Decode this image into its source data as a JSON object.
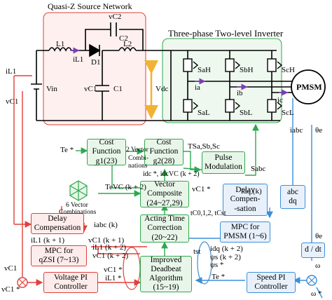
{
  "titles": {
    "qzsn": "Quasi-Z Source Network",
    "inverter": "Three-phase Two-level Inverter"
  },
  "circuit_labels": {
    "L1": "L1",
    "L2": "L2",
    "D1": "D1",
    "C1": "C1",
    "C2": "C2",
    "vC1": "vC1",
    "vC2": "vC2",
    "iL1": "iL1",
    "Vin": "Vin",
    "Vdc": "Vdc",
    "ia": "ia",
    "ib": "ib",
    "ic": "ic",
    "SaH": "SaH",
    "SbH": "SbH",
    "ScH": "ScH",
    "SaL": "SaL",
    "SbL": "SbL",
    "ScL": "ScL",
    "motor": "PMSM",
    "iabc": "iabc",
    "theta_e": "θe",
    "left_iL1": "iL1",
    "left_vC1": "vC1"
  },
  "blocks": {
    "cost1": [
      "Cost",
      "Function",
      "g1(23)"
    ],
    "cost2": [
      "Cost",
      "Function",
      "g2(28)"
    ],
    "pulse": [
      "Pulse",
      "Modulation"
    ],
    "vector": [
      "Vector",
      "Composite",
      "(24~27,29)"
    ],
    "acting": [
      "Acting Time",
      "Correction",
      "(20~22)"
    ],
    "deadbeat": [
      "Improved",
      "Deadbeat",
      "Algorithm",
      "(15~19)"
    ],
    "delay_left": [
      "Delay",
      "Compensation"
    ],
    "mpc_qzsi": [
      "MPC for",
      "qZSI (7~13)"
    ],
    "voltage_pi": [
      "Voltage PI",
      "Controller"
    ],
    "delay_right": [
      "Delay",
      "Compen-",
      "-sation"
    ],
    "mpc_pmsm": [
      "MPC for",
      "PMSM (1~6)"
    ],
    "abc_dq": [
      "abc",
      "dq"
    ],
    "ddt": "d / dt",
    "speed_pi": [
      "Speed PI",
      "Controller"
    ]
  },
  "signals": {
    "Te_star": "Te *",
    "two_vector": [
      "2 Vector",
      "Combi-",
      "nations"
    ],
    "TSa": "TSa,Sb,Sc",
    "Sabc": "Sabc",
    "idc_star": "idc *, idcVC (k + 2)",
    "TeVC": "TeVC (k + 2)",
    "vC1_star_mid": "vC1 *",
    "six_vector": [
      "6 Vector",
      "Combinations"
    ],
    "iabc_k": "iabc (k)",
    "iL1_k1": "iL1 (k + 1)",
    "vC1_k1": "vC1 (k + 1)",
    "iL1_k2": "iL1 (k + 2)",
    "vC1_k2": "vC1 (k + 2)",
    "vC1_bottom": "vC1",
    "vC1_star_bottom": "vC1 *",
    "vC1_star_into": "vC1 *",
    "iL1_star": "iL1 *",
    "tC": "tC0,1,2, tCst",
    "tst": "tst",
    "idq_k": "idq (k)",
    "idq_k2": "idq (k + 2)",
    "psi_k2": "ψs (k + 2)",
    "psi_star": "ψs *",
    "Te_star_right": "Te *",
    "theta_e_right": "θe",
    "omega": "ω",
    "omega_star": "ω *"
  },
  "colors": {
    "red": "#e0403a",
    "green": "#2fa84f",
    "blue": "#3a8fd8",
    "purple": "#7b3fb5",
    "black": "#000000"
  }
}
